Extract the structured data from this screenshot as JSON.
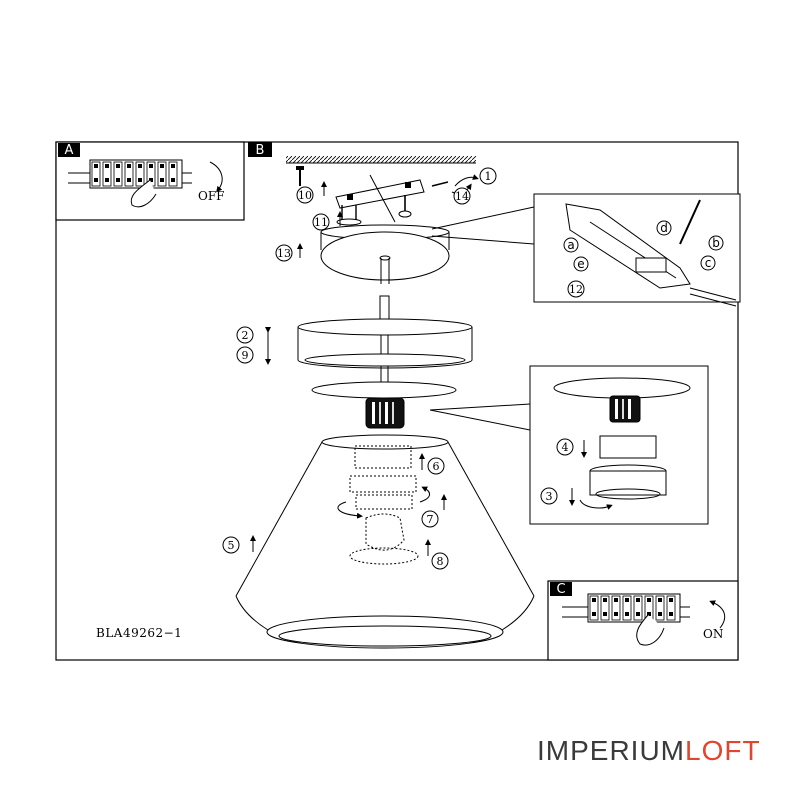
{
  "panels": {
    "a": {
      "letter": "A",
      "action": "OFF"
    },
    "b": {
      "letter": "B"
    },
    "c": {
      "letter": "C",
      "action": "ON"
    }
  },
  "steps": {
    "s1": "1",
    "s2": "2",
    "s3": "3",
    "s4": "4",
    "s5": "5",
    "s6": "6",
    "s7": "7",
    "s8": "8",
    "s9": "9",
    "s10": "10",
    "s11": "11",
    "s12": "12",
    "s13": "13",
    "s14": "14"
  },
  "wiring_letters": {
    "a": "a",
    "b": "b",
    "c": "c",
    "d": "d",
    "e": "e"
  },
  "model_code": "BLA49262−1",
  "watermark": {
    "part1": "IMPERIUM",
    "part2": "LOFT",
    "color1": "#3a3a3a",
    "color2": "#e0462f"
  }
}
